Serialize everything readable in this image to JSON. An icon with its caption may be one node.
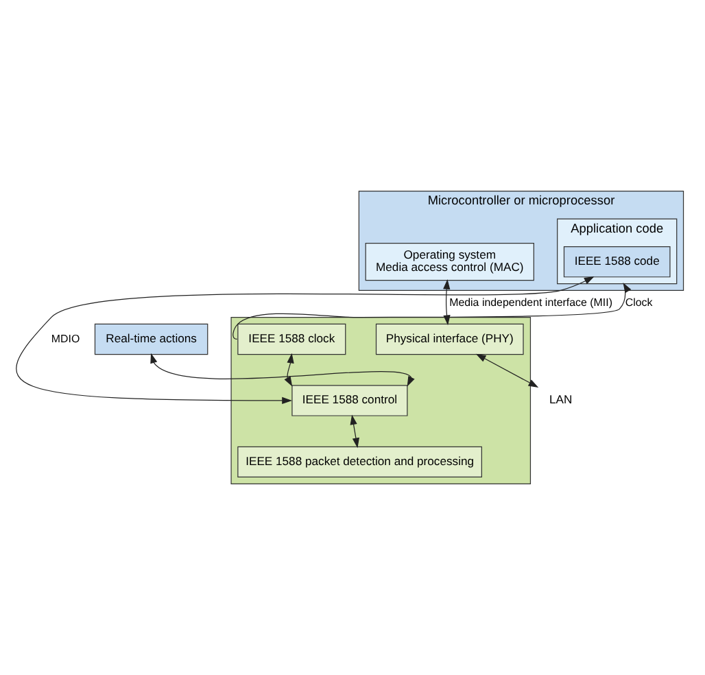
{
  "diagram": {
    "nodes": [
      {
        "text": [
          "Microcontroller or microprocessor"
        ]
      },
      {
        "text": [
          "Application code"
        ],
        "in": 0
      },
      {
        "text": [
          "IEEE 1588 code"
        ],
        "in": 1
      },
      {
        "text": [
          "Operating system",
          "Media access control (MAC)"
        ],
        "in": 0
      },
      {
        "text": [],
        "shape": "box"
      },
      {
        "text": [
          "Real-time actions"
        ]
      },
      {
        "text": [
          "IEEE 1588 clock"
        ],
        "in": 4
      },
      {
        "text": [
          "IEEE 1588 control"
        ],
        "in": 4
      },
      {
        "text": [
          "IEEE 1588 packet detection and processing"
        ],
        "in": 4
      },
      {
        "text": [
          "Physical interface (PHY)"
        ],
        "in": 4
      },
      {
        "text": [
          "LAN"
        ]
      }
    ],
    "edges": [
      {
        "from": 6,
        "to": 1,
        "arrow": "to",
        "label": "Clock"
      },
      {
        "from": 2,
        "to": 7,
        "arrow": "both",
        "label": "MDIO"
      },
      {
        "from": 6,
        "to": 7,
        "arrow": "both"
      },
      {
        "from": 5,
        "to": 7,
        "arrow": "both"
      },
      {
        "from": 7,
        "to": 8,
        "arrow": "both"
      },
      {
        "from": 3,
        "to": 9,
        "arrow": "both",
        "label": "Media independent interface (MII)"
      },
      {
        "from": 9,
        "to": 10,
        "arrow": "both"
      }
    ]
  }
}
